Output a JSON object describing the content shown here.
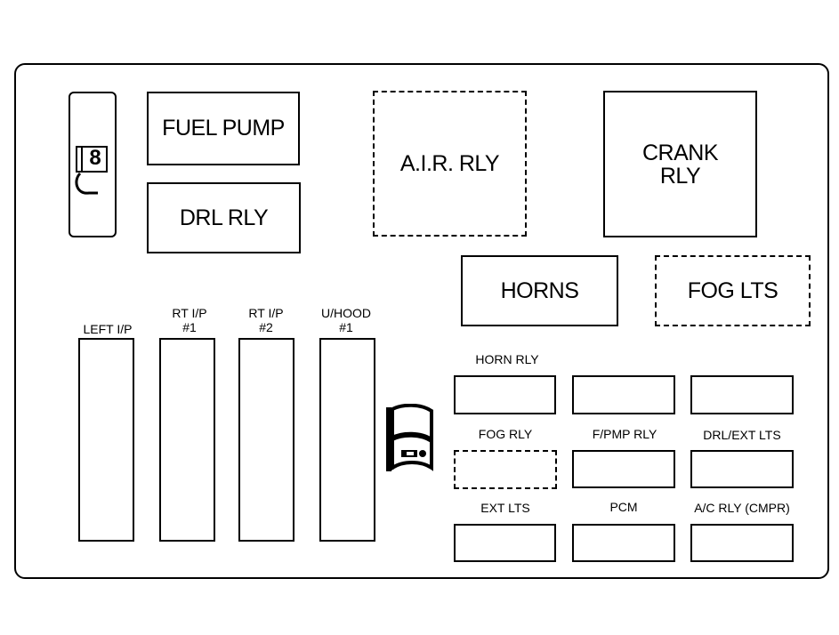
{
  "diagram": {
    "relays": {
      "fuel_pump": "FUEL PUMP",
      "drl_rly": "DRL RLY",
      "air_rly": "A.I.R. RLY",
      "crank_rly": [
        "CRANK",
        "RLY"
      ],
      "horns": "HORNS",
      "fog_lts": "FOG LTS"
    },
    "maxi_fuses": [
      {
        "label": [
          "LEFT I/P"
        ]
      },
      {
        "label": [
          "RT I/P",
          "#1"
        ]
      },
      {
        "label": [
          "RT I/P",
          "#2"
        ]
      },
      {
        "label": [
          "U/HOOD",
          "#1"
        ]
      }
    ],
    "mini_relays": [
      {
        "label": "HORN RLY",
        "dashed": false
      },
      {
        "label": "",
        "dashed": false
      },
      {
        "label": "",
        "dashed": false
      },
      {
        "label": "FOG RLY",
        "dashed": true
      },
      {
        "label": "F/PMP RLY",
        "dashed": false
      },
      {
        "label": "DRL/EXT LTS",
        "dashed": false
      },
      {
        "label": "EXT LTS",
        "dashed": false
      },
      {
        "label": "PCM",
        "dashed": false
      },
      {
        "label": "A/C RLY (CMPR)",
        "dashed": false
      }
    ],
    "puller_digit": "8"
  }
}
